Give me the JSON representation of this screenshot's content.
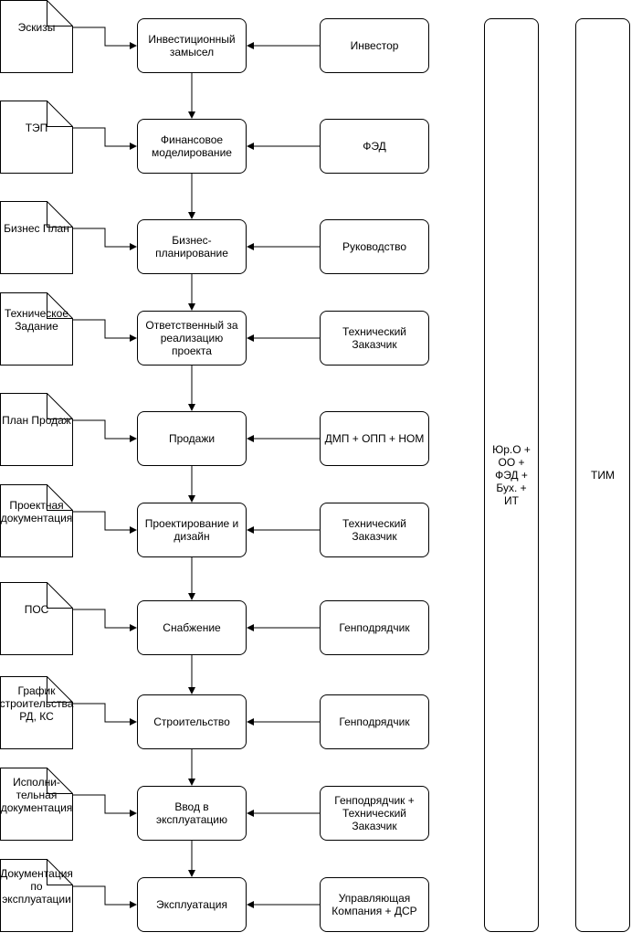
{
  "rows": [
    {
      "document": "Эскизы",
      "process": "Инвестиционный замысел",
      "actor": "Инвестор"
    },
    {
      "document": "ТЭП",
      "process": "Финансовое моделирование",
      "actor": "ФЭД"
    },
    {
      "document": "Бизнес План",
      "process": "Бизнес-\nпланирование",
      "actor": "Руководство"
    },
    {
      "document": "Техническое Задание",
      "process": "Ответственный за реализацию проекта",
      "actor": "Технический Заказчик"
    },
    {
      "document": "План Продаж",
      "process": "Продажи",
      "actor": "ДМП + ОПП + НОМ"
    },
    {
      "document": "Проектная документация",
      "process": "Проектирование и дизайн",
      "actor": "Технический Заказчик"
    },
    {
      "document": "ПОС",
      "process": "Снабжение",
      "actor": "Генподрядчик"
    },
    {
      "document": "График строительства РД, КС",
      "process": "Строительство",
      "actor": "Генподрядчик"
    },
    {
      "document": "Исполни-\nтельная документация",
      "process": "Ввод в эксплуатацию",
      "actor": "Генподрядчик + Технический Заказчик"
    },
    {
      "document": "Документация по эксплуатации",
      "process": "Эксплуатация",
      "actor": "Управляющая Компания + ДСР"
    }
  ],
  "side_columns": [
    {
      "label": "Юр.О +\nОО +\nФЭД +\nБух. +\nИТ"
    },
    {
      "label": "ТИМ"
    }
  ]
}
